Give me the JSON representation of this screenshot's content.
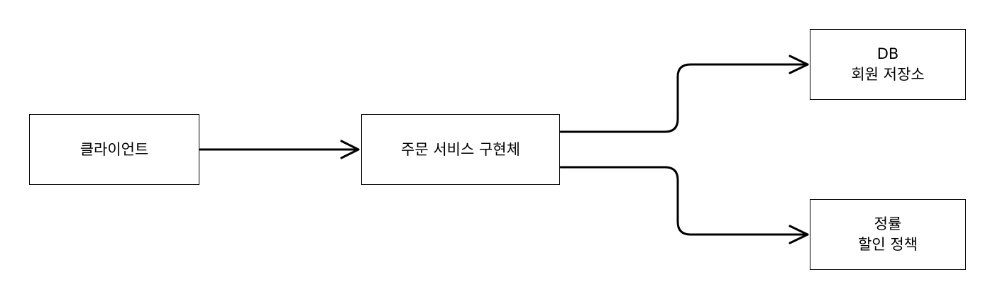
{
  "diagram": {
    "nodes": {
      "client": {
        "lines": [
          "클라이언트"
        ]
      },
      "order": {
        "lines": [
          "주문 서비스 구현체"
        ]
      },
      "db": {
        "lines": [
          "DB",
          "회원 저장소"
        ]
      },
      "discount": {
        "lines": [
          "정률",
          "할인 정책"
        ]
      }
    },
    "edges": [
      {
        "from": "client",
        "to": "order"
      },
      {
        "from": "order",
        "to": "db"
      },
      {
        "from": "order",
        "to": "discount"
      }
    ],
    "colors": {
      "stroke": "#000000",
      "fill": "#ffffff",
      "text": "#000000"
    }
  }
}
